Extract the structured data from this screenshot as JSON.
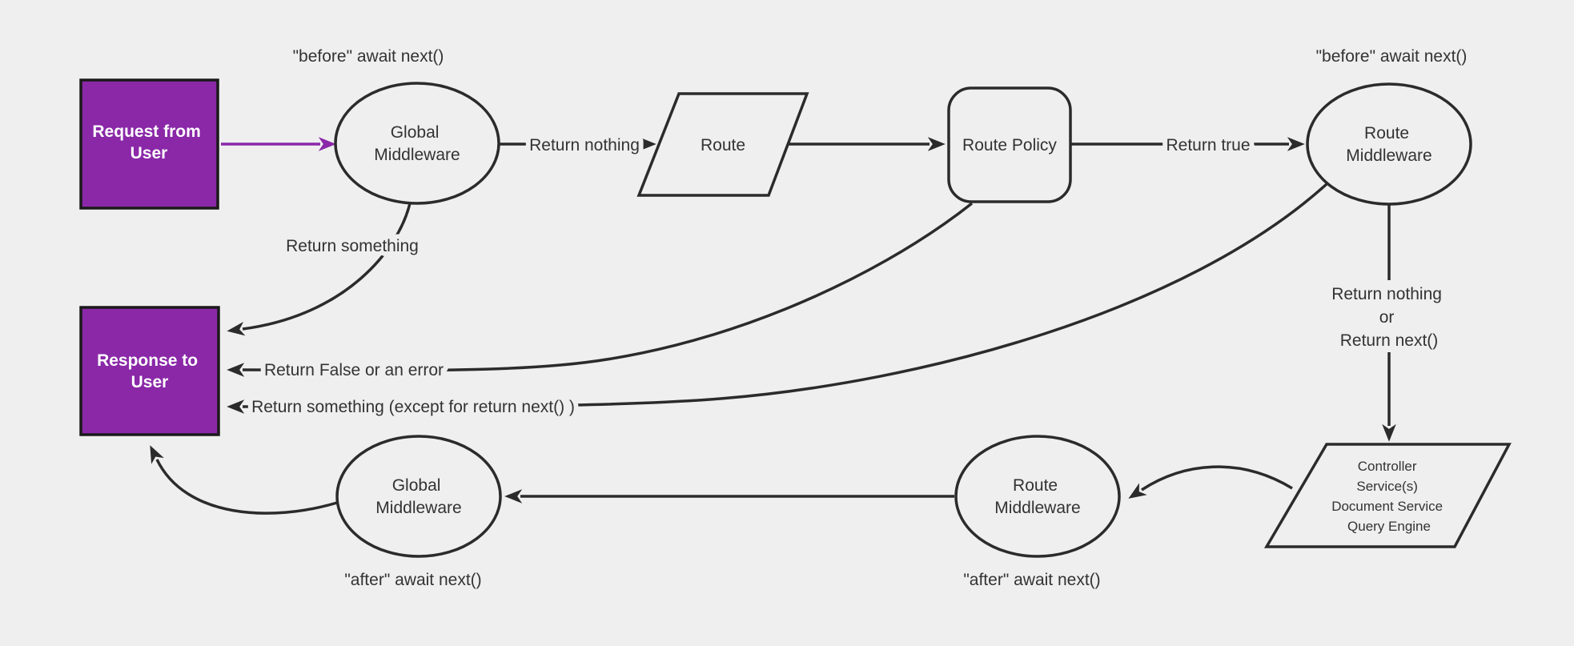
{
  "diagram": {
    "title": "middleware-request-response-flow",
    "background": "#efefef",
    "colors": {
      "accent_purple": "#8a28a8",
      "terminal_border": "#1a1a1a",
      "shape_fill": "#efefef",
      "stroke": "#2b2b2b",
      "text": "#333333",
      "terminal_text": "#ffffff"
    },
    "nodes": {
      "request": {
        "type": "rectangle",
        "line1": "Request from",
        "line2": "User"
      },
      "global_middleware_top": {
        "type": "ellipse",
        "line1": "Global",
        "line2": "Middleware"
      },
      "route": {
        "type": "parallelogram",
        "label": "Route"
      },
      "route_policy": {
        "type": "rounded-rectangle",
        "label": "Route Policy"
      },
      "route_middleware_top": {
        "type": "ellipse",
        "line1": "Route",
        "line2": "Middleware"
      },
      "controller": {
        "type": "parallelogram",
        "line1": "Controller",
        "line2": "Service(s)",
        "line3": "Document Service",
        "line4": "Query Engine"
      },
      "route_middleware_bottom": {
        "type": "ellipse",
        "line1": "Route",
        "line2": "Middleware"
      },
      "global_middleware_bottom": {
        "type": "ellipse",
        "line1": "Global",
        "line2": "Middleware"
      },
      "response": {
        "type": "rectangle",
        "line1": "Response to",
        "line2": "User"
      }
    },
    "edge_labels": {
      "before_left": "\"before\" await next()",
      "before_right": "\"before\" await next()",
      "return_nothing": "Return nothing",
      "return_true": "Return true",
      "return_something": "Return something",
      "return_false_or_error": "Return False or an error",
      "return_something_except": "Return something (except for return next() )",
      "return_nothing_or_1": "Return nothing",
      "return_nothing_or_2": "or",
      "return_nothing_or_3": "Return next()",
      "after_left": "\"after\" await next()",
      "after_right": "\"after\" await next()"
    }
  }
}
